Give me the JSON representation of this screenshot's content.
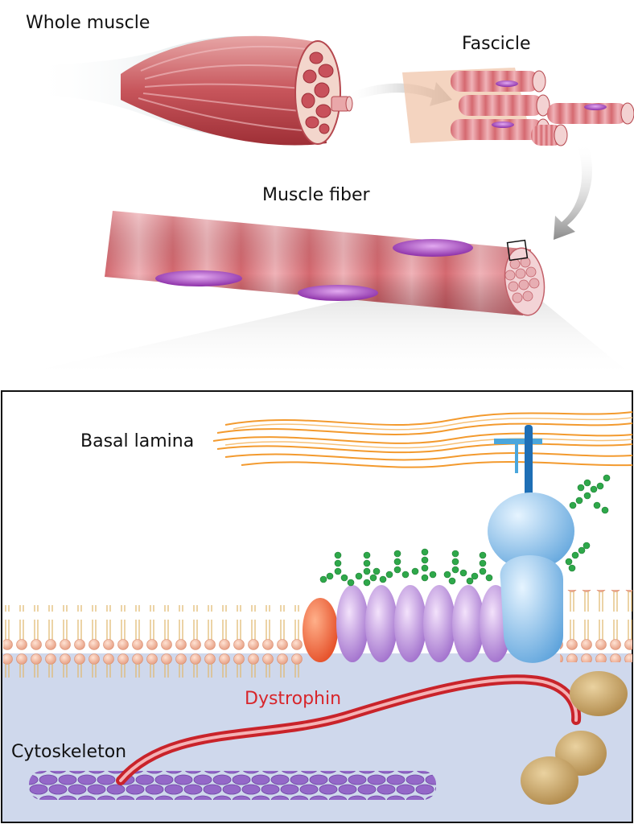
{
  "labels": {
    "whole_muscle": "Whole muscle",
    "fascicle": "Fascicle",
    "muscle_fiber": "Muscle fiber",
    "basal_lamina": "Basal lamina",
    "dystrophin": "Dystrophin",
    "cytoskeleton": "Cytoskeleton"
  },
  "colors": {
    "muscle": "#c9565a",
    "muscle_light": "#e8a3a5",
    "nucleus": "#9b3fb3",
    "lamina": "#f39a2e",
    "lipid_head": "#f2b9a1",
    "cytoplasm": "#cfd8ec",
    "glycoprotein": "#c79be0",
    "receptor": "#a8d4f2",
    "receptor_dark": "#1f6fb5",
    "sugar": "#2ea84a",
    "dystrophin": "#e03338",
    "actin": "#8d5fc2",
    "globule": "#c8a05e",
    "red_protein": "#f06a3a"
  },
  "icons": [
    "zoom-arrow-icon",
    "zoom-arrow-icon-2",
    "selection-box-icon"
  ]
}
